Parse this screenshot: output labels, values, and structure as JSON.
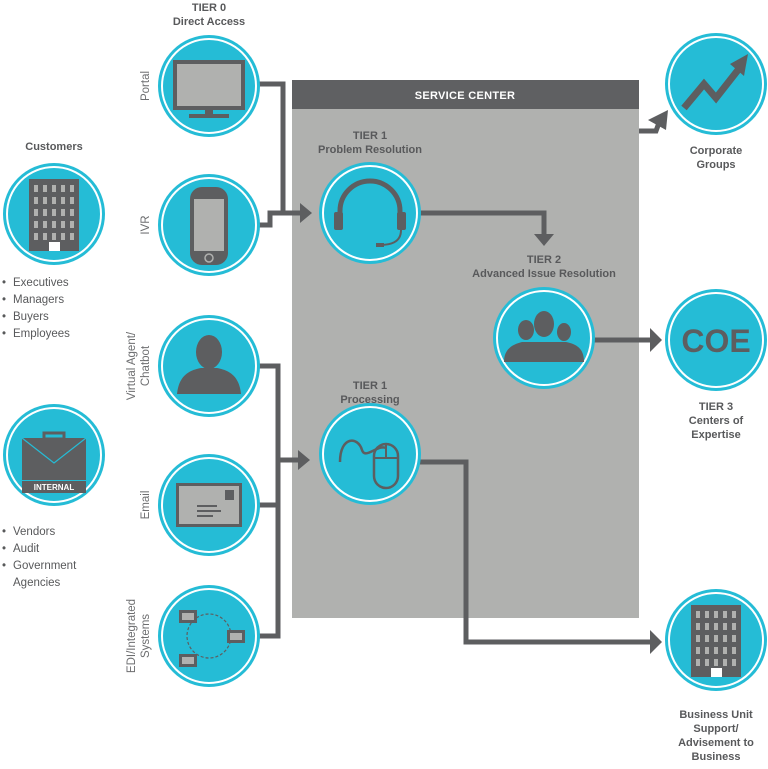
{
  "tier0": {
    "title": "TIER 0",
    "subtitle": "Direct Access"
  },
  "channels": {
    "portal": "Portal",
    "ivr": "IVR",
    "virtual_agent": [
      "Virtual Agent/",
      "Chatbot"
    ],
    "email": "Email",
    "edi": [
      "EDI/Integrated",
      "Systems"
    ]
  },
  "customers": {
    "title": "Customers",
    "items": [
      "Executives",
      "Managers",
      "Buyers",
      "Employees"
    ]
  },
  "internal": {
    "badge": "INTERNAL",
    "items": [
      "Vendors",
      "Audit",
      "Government",
      "Agencies"
    ]
  },
  "service_center": {
    "header": "SERVICE CENTER",
    "tier1_resolution": {
      "title": "TIER 1",
      "subtitle": "Problem Resolution"
    },
    "tier2": {
      "title": "TIER 2",
      "subtitle": "Advanced Issue Resolution"
    },
    "tier1_processing": {
      "title": "TIER 1",
      "subtitle": "Processing"
    }
  },
  "outputs": {
    "corporate": [
      "Corporate",
      "Groups"
    ],
    "coe": {
      "logo": "COE",
      "lines": [
        "TIER 3",
        "Centers of",
        "Expertise"
      ]
    },
    "business": [
      "Business Unit",
      "Support/",
      "Advisement to",
      "Business"
    ]
  },
  "colors": {
    "circle": "#25bcd6",
    "dark": "#5d5e60",
    "panel": "#b0b1af"
  }
}
